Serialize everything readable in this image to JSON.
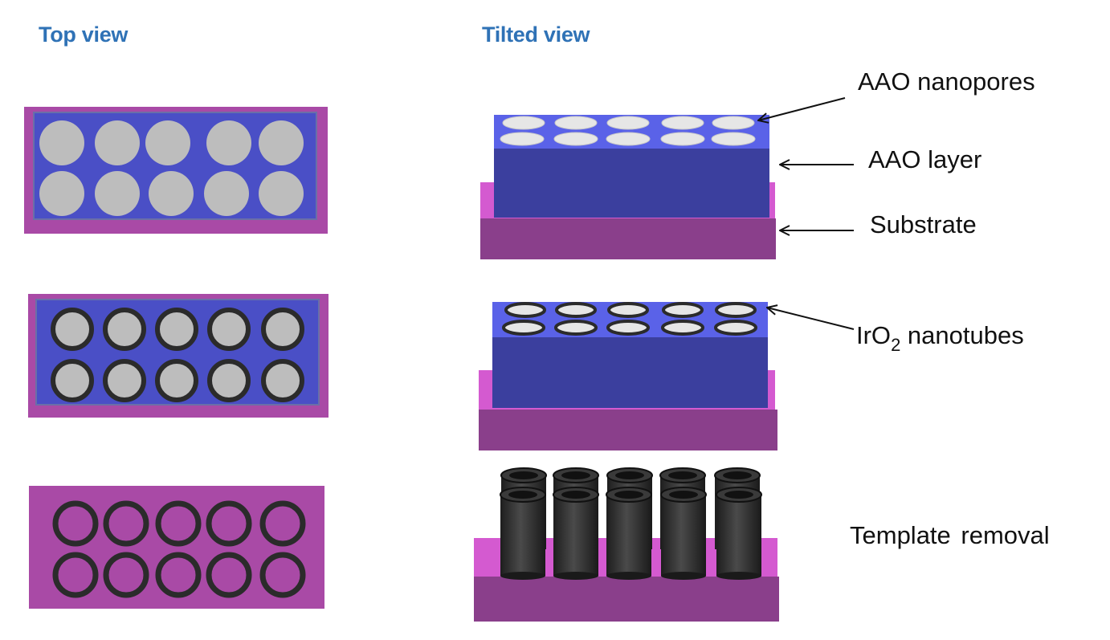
{
  "headings": {
    "top_view": "Top view",
    "tilted_view": "Tilted view"
  },
  "labels": {
    "aao_nanopores": "AAO nanopores",
    "aao_layer": "AAO layer",
    "substrate": "Substrate",
    "iro2_prefix": "IrO",
    "iro2_subscript": "2",
    "iro2_suffix": " nanotubes",
    "template_removal": "Template removal"
  },
  "colors": {
    "heading": "#2f72b6",
    "substrate_top": "#d45ad0",
    "substrate_front": "#8a3f8b",
    "aao_top": "#5a62e8",
    "aao_front": "#3b3f9e",
    "pore": "#bdbdbd",
    "pore_light": "#e6e6e6",
    "tube": "#2b2b2b"
  }
}
